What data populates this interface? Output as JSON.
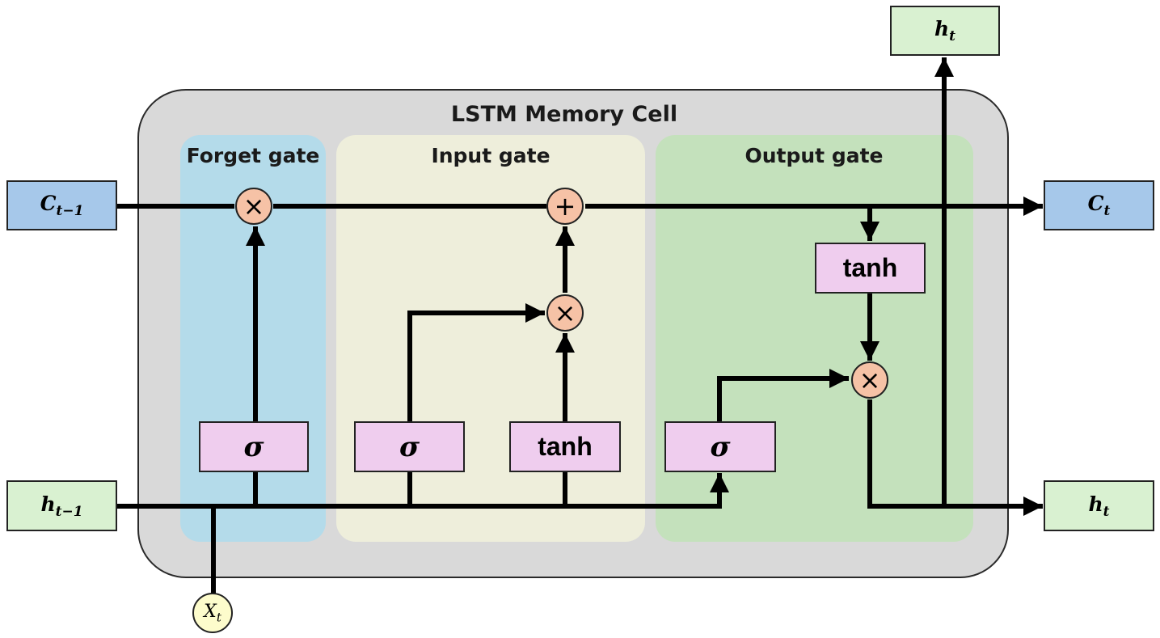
{
  "cell_title": "LSTM Memory Cell",
  "gates": {
    "forget": "Forget gate",
    "input": "Input gate",
    "output": "Output gate"
  },
  "functions": {
    "sigma": "σ",
    "tanh": "tanh"
  },
  "operators": {
    "multiply": "×",
    "add": "+"
  },
  "io": {
    "c_prev": {
      "base": "C",
      "sub": "t−1"
    },
    "h_prev": {
      "base": "h",
      "sub": "t−1"
    },
    "c_next": {
      "base": "C",
      "sub": "t"
    },
    "h_next": {
      "base": "h",
      "sub": "t"
    },
    "h_out": {
      "base": "h",
      "sub": "t"
    },
    "x_in": {
      "base": "X",
      "sub": "t"
    }
  },
  "colors": {
    "cell": "#d9d9d9",
    "forget": "#b4dbea",
    "input": "#eeeedb",
    "output": "#c4e1bc",
    "function_box": "#efcdee",
    "operator": "#f6c2a6",
    "cell_state_box": "#a6c8ea",
    "hidden_state_box": "#d9f1d1",
    "input_node": "#fdfccc"
  }
}
